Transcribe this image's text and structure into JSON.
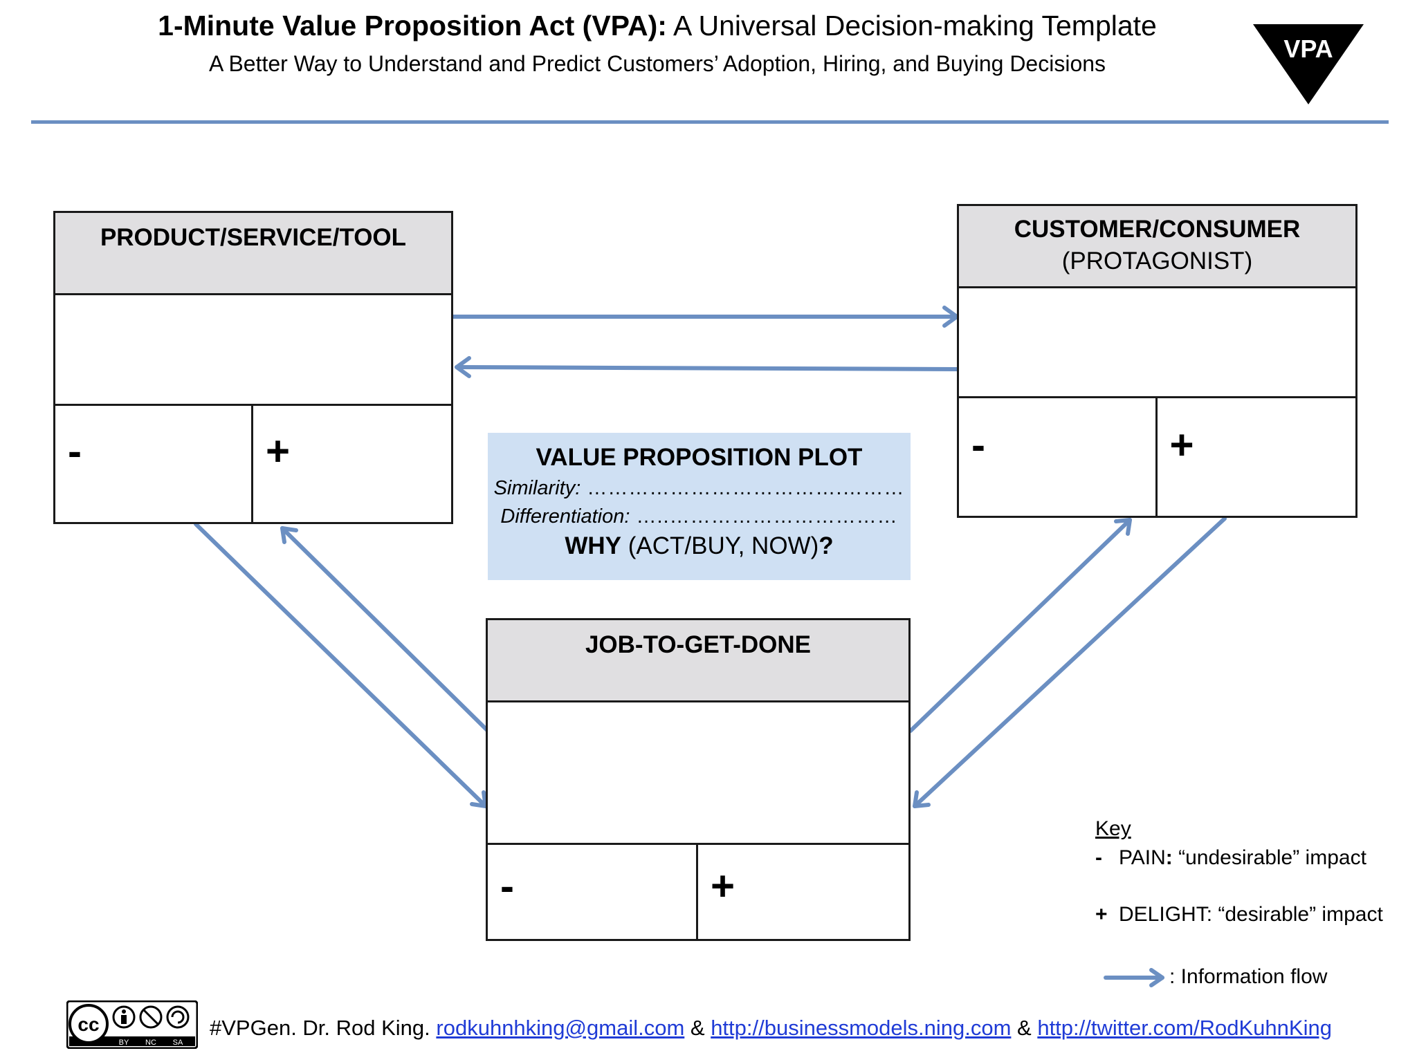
{
  "header": {
    "title_bold": "1-Minute Value Proposition Act (VPA):",
    "title_rest": " A Universal Decision-making Template",
    "subtitle": "A Better Way to Understand and Predict Customers’ Adoption, Hiring, and Buying Decisions",
    "badge": "VPA"
  },
  "boxes": {
    "product": {
      "title": "PRODUCT/SERVICE/TOOL",
      "minus": "-",
      "plus": "+"
    },
    "customer": {
      "title": "CUSTOMER/CONSUMER",
      "subtitle": "(PROTAGONIST)",
      "minus": "-",
      "plus": "+"
    },
    "job": {
      "title": "JOB-TO-GET-DONE",
      "minus": "-",
      "plus": "+"
    }
  },
  "plot": {
    "title": "VALUE PROPOSITION PLOT",
    "similarity_label": "Similarity:",
    "similarity_dots": " ……………………………….………",
    "differentiation_label": "Differentiation:",
    "differentiation_dots": " …..……………………………",
    "why_bold": "WHY",
    "why_rest": " (ACT/BUY, NOW)",
    "why_mark": "?"
  },
  "key": {
    "title": "Key",
    "pain_sign": "-",
    "pain_label": "PAIN",
    "pain_colon": ":",
    "pain_text": " “undesirable” impact",
    "delight_sign": "+",
    "delight_text": "DELIGHT: “desirable” impact",
    "flow_text": ": Information flow"
  },
  "footer": {
    "cc_text": "cc",
    "cc_by": "BY",
    "cc_nc": "NC",
    "cc_sa": "SA",
    "lead": "#VPGen. Dr. Rod King. ",
    "email": "rodkuhnhking@gmail.com",
    "amp1": " & ",
    "link1": "http://businessmodels.ning.com",
    "amp2": " & ",
    "link2": "http://twitter.com/RodKuhnKing"
  },
  "colors": {
    "arrow": "#6b8fc2",
    "header_fill": "#e0dfe1",
    "plot_fill": "#cfe0f3",
    "link": "#1f3bd6"
  }
}
